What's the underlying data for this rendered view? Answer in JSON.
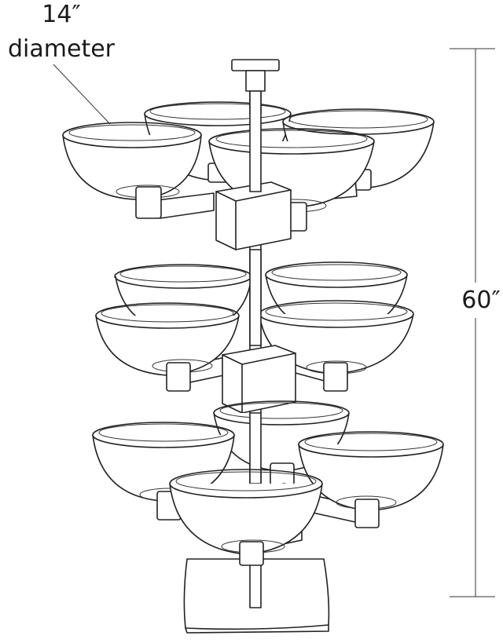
{
  "labels": {
    "bowl_size": "14″",
    "bowl_word": "diameter",
    "height": "60″"
  },
  "tiers": [
    {
      "name": "top",
      "bowls": 4
    },
    {
      "name": "middle",
      "bowls": 4
    },
    {
      "name": "bottom",
      "bowls": 4
    }
  ]
}
